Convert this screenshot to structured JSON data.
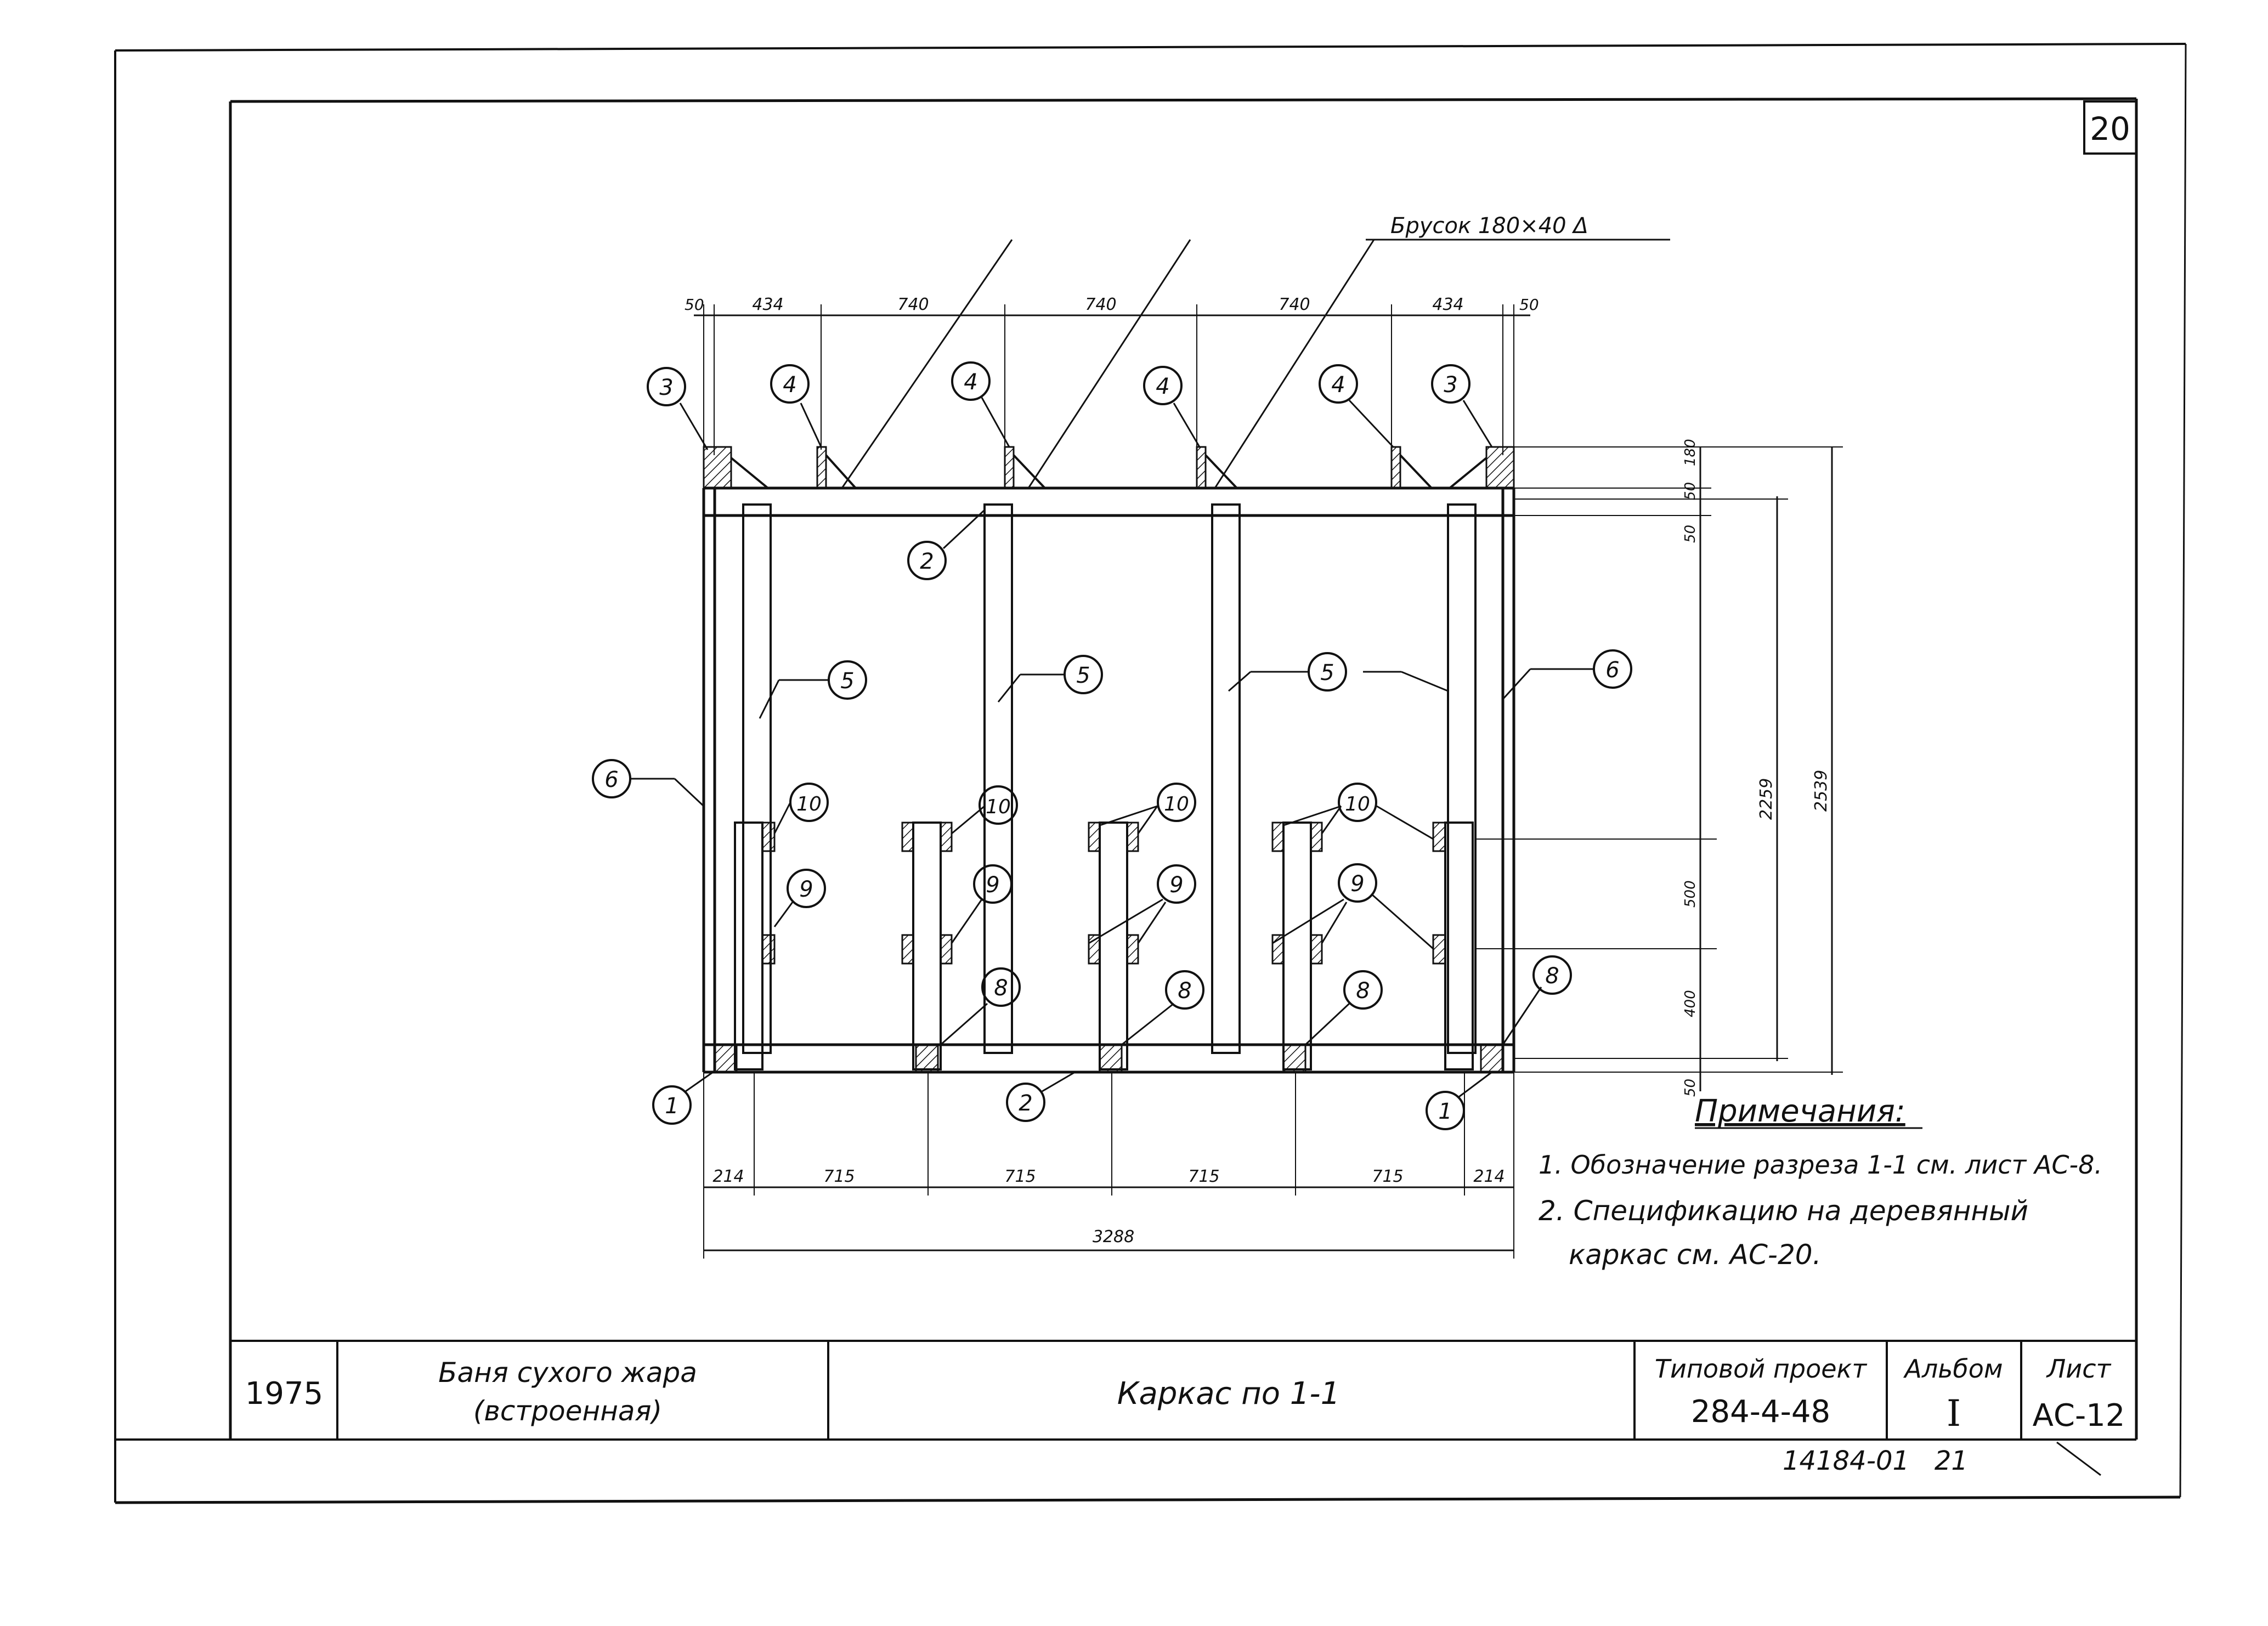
{
  "sheet_number": "20",
  "header": {
    "beam_callout": "Брусок  180×40 Δ",
    "top_dims": [
      "50",
      "434",
      "740",
      "740",
      "740",
      "434",
      "50"
    ]
  },
  "callouts": {
    "c3": "3",
    "c4": "4",
    "c2": "2",
    "c5": "5",
    "c6": "6",
    "c10": "10",
    "c9": "9",
    "c8": "8",
    "c1": "1"
  },
  "right_dims": {
    "d180": "180",
    "d50a": "50",
    "d50b": "50",
    "d50c": "50",
    "d2259": "2259",
    "d2539": "2539",
    "d500": "500",
    "d400": "400"
  },
  "bottom_dims": {
    "d214a": "214",
    "d715a": "715",
    "d715b": "715",
    "d715c": "715",
    "d715d": "715",
    "d214b": "214",
    "total": "3288"
  },
  "notes": {
    "title": "Примечания:",
    "line1": "1. Обозначение разреза 1-1 см. лист АС-8.",
    "line2": "2. Спецификацию на деревянный",
    "line3": "каркас см. АС-20."
  },
  "title_block": {
    "year": "1975",
    "name_line1": "Баня сухого жара",
    "name_line2": "(встроенная)",
    "drawing_title": "Каркас по 1-1",
    "project_label": "Типовой проект",
    "project_number": "284-4-48",
    "album_label": "Альбом",
    "album_value": "I",
    "sheet_label": "Лист",
    "sheet_value": "АС-12"
  },
  "footer_note": "14184-01   21"
}
